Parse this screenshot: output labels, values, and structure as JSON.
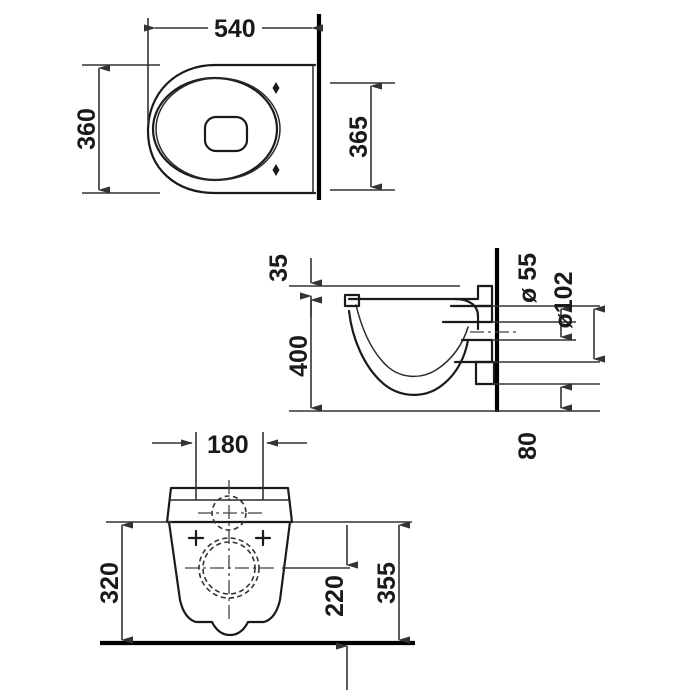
{
  "document": {
    "type": "technical-drawing",
    "subject": "wall-hung-toilet",
    "units": "mm",
    "views": [
      "top-plan-view",
      "side-section-view",
      "front-elevation-view"
    ],
    "line_color": "#1a1a1a",
    "background_color": "#ffffff"
  },
  "dimensions": {
    "top_view": {
      "width_540": "540",
      "depth_360": "360",
      "wall_offset_365": "365"
    },
    "side_view": {
      "seat_thickness_35": "35",
      "projection_400": "400",
      "outlet_small_dia": "ø 55",
      "outlet_large_dia": "ø102",
      "outlet_height_80": "80"
    },
    "front_view": {
      "fixing_spacing_180": "180",
      "bowl_height_320": "320",
      "outlet_centre_220": "220",
      "overall_height_355": "355"
    }
  },
  "labels": {
    "d540": "540",
    "d360": "360",
    "d365": "365",
    "d35": "35",
    "d400": "400",
    "d55": "ø 55",
    "d102": "ø102",
    "d80": "80",
    "d180": "180",
    "d320": "320",
    "d220": "220",
    "d355": "355"
  }
}
